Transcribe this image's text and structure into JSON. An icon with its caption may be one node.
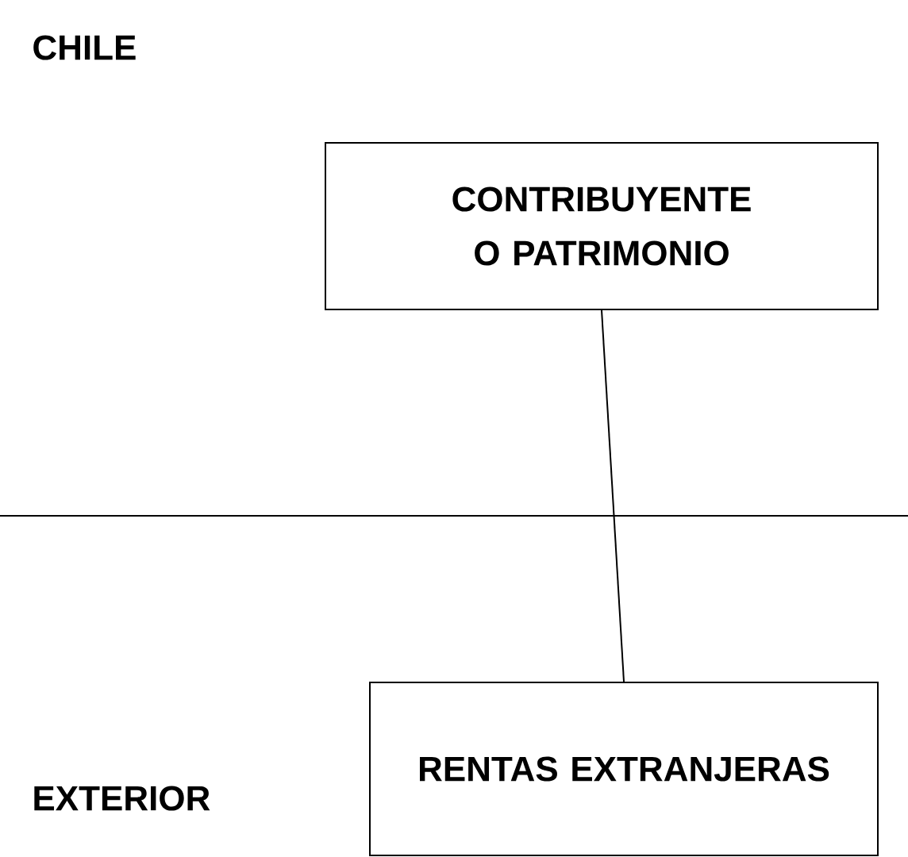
{
  "diagram": {
    "nodes": [
      {
        "text": [
          "CONTRIBUYENTE O PATRIMONIO"
        ]
      },
      {
        "text": [
          "RENTAS EXTRANJERAS"
        ]
      }
    ],
    "edges": [
      {
        "from": 0,
        "to": 1,
        "arrow": "none"
      }
    ],
    "labels": [
      "CHILE",
      "EXTERIOR"
    ]
  }
}
